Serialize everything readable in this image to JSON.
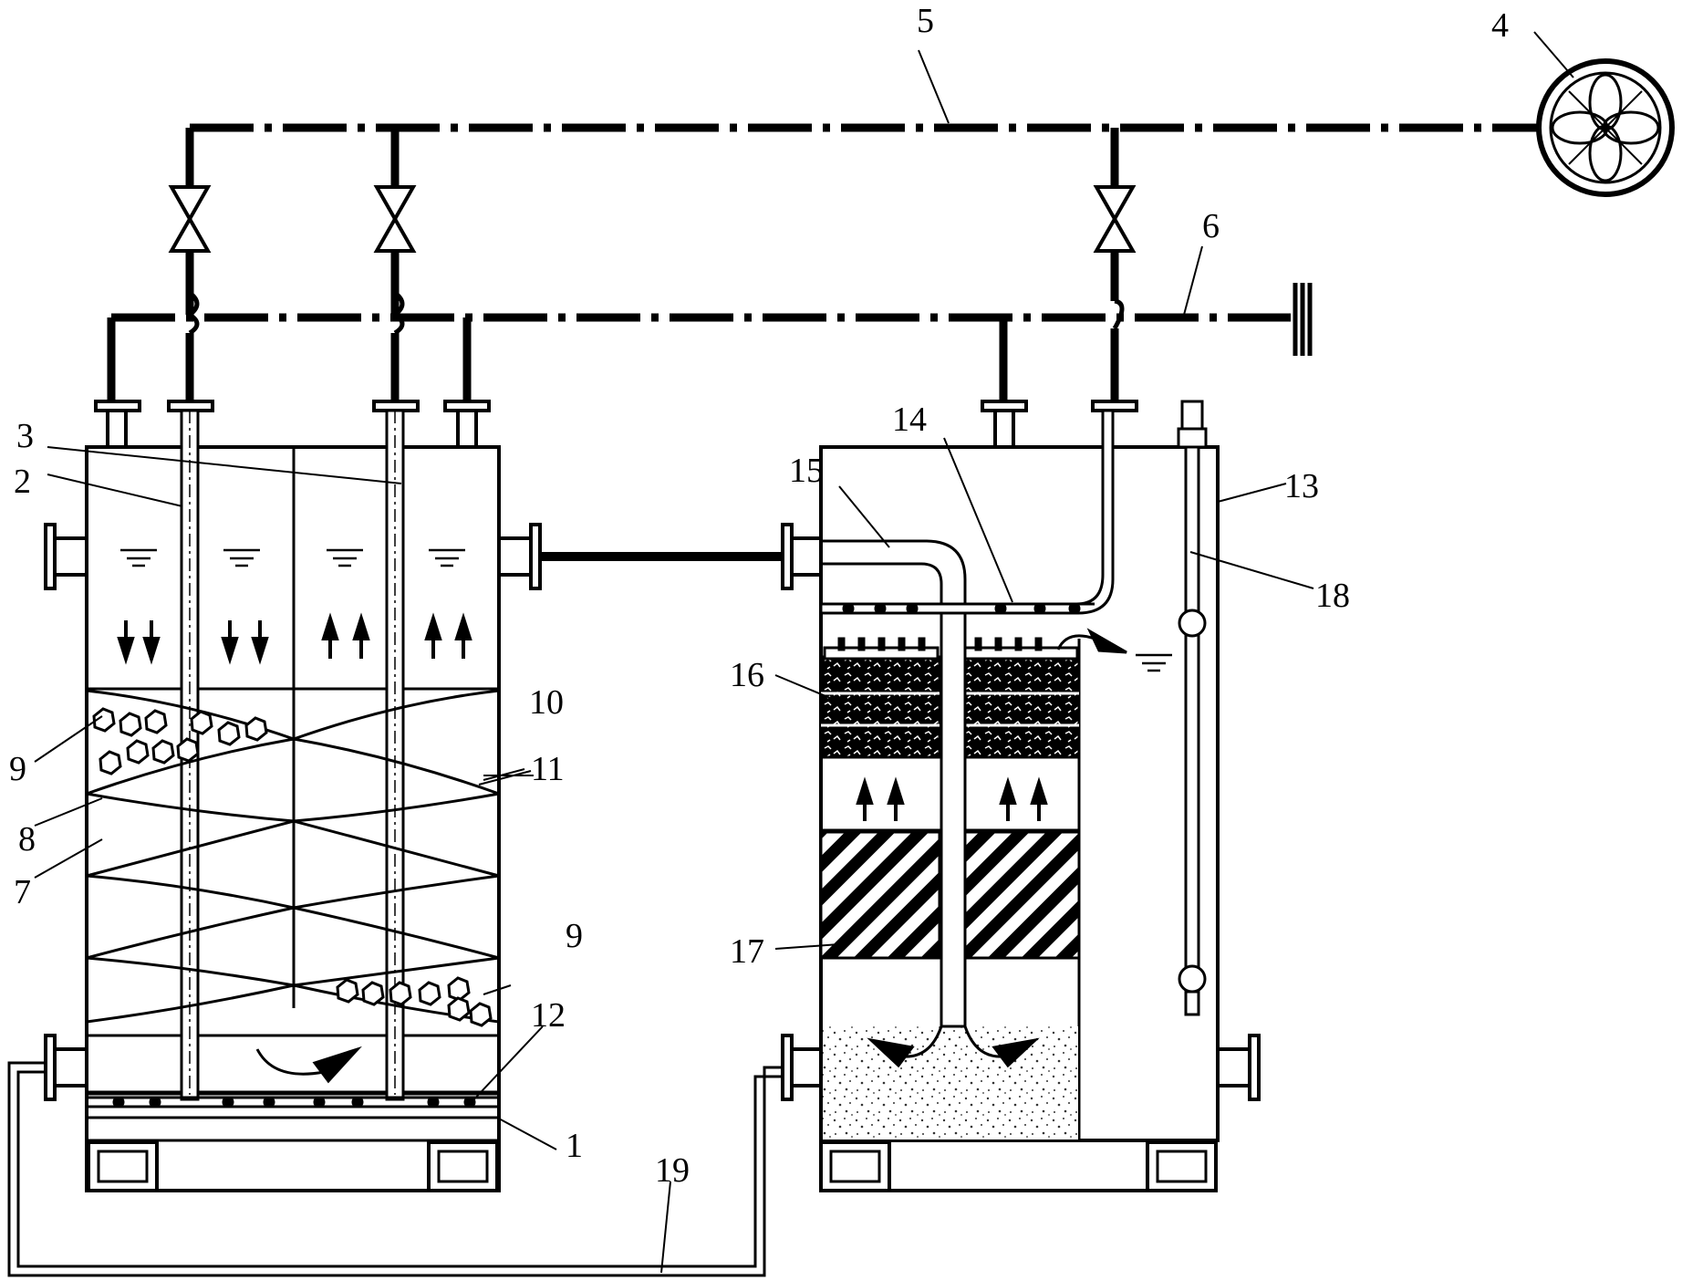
{
  "labels": {
    "l1": "1",
    "l2": "2",
    "l3": "3",
    "l4": "4",
    "l5": "5",
    "l6": "6",
    "l7": "7",
    "l8": "8",
    "l9a": "9",
    "l9b": "9",
    "l10": "10",
    "l11": "11",
    "l12": "12",
    "l13": "13",
    "l14": "14",
    "l15": "15",
    "l16": "16",
    "l17": "17",
    "l18": "18",
    "l19": "19"
  },
  "colors": {
    "line": "#000000",
    "background": "#ffffff"
  }
}
